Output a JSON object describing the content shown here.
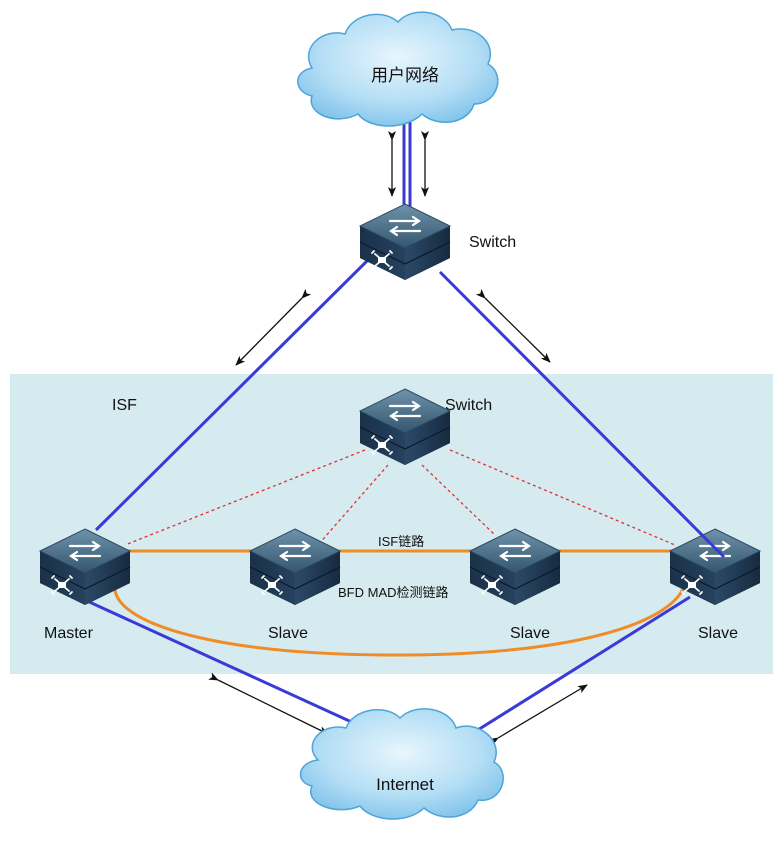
{
  "labels": {
    "user_network": "用户网络",
    "internet": "Internet",
    "switch_top": "Switch",
    "switch_mid": "Switch",
    "isf_region": "ISF",
    "isf_link": "ISF链路",
    "bfd_mad_link": "BFD MAD检测链路",
    "master": "Master",
    "slave_1": "Slave",
    "slave_2": "Slave",
    "slave_3": "Slave"
  },
  "colors": {
    "isf_region_fill": "#d6ebef",
    "uplink": "#3a3ad6",
    "isf_link": "#f08c28",
    "bfd_link": "#e03030",
    "cloud_fill": "#a8d8f2",
    "cloud_stroke": "#4fa4d8",
    "device_body": "#1f3a57",
    "device_top": "#4f7590"
  }
}
